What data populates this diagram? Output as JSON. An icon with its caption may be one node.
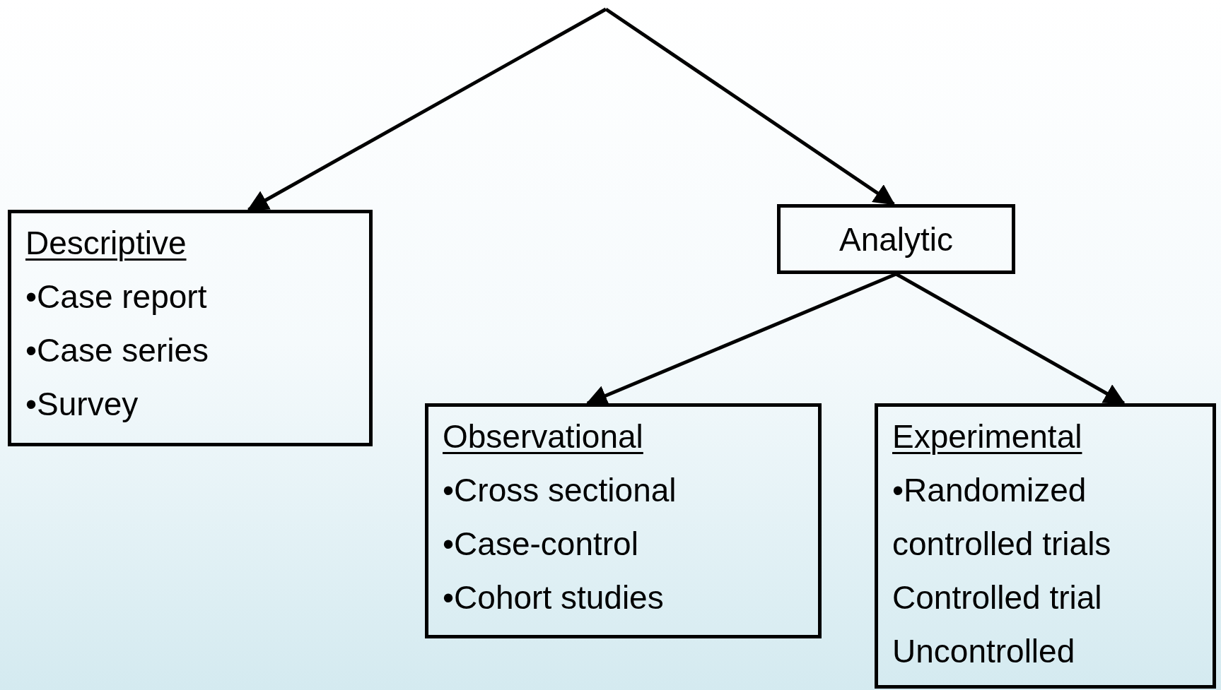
{
  "diagram": {
    "nodes": [
      {
        "text": [
          "Descriptive",
          "•Case report",
          "•Case series",
          "•Survey"
        ]
      },
      {
        "text": [
          "Analytic"
        ]
      },
      {
        "text": [
          "Observational",
          "•Cross sectional",
          "•Case-control",
          "•Cohort studies"
        ]
      },
      {
        "text": [
          "Experimental",
          "•Randomized controlled trials",
          "Controlled trial",
          "Uncontrolled"
        ]
      }
    ],
    "edges": [
      {
        "from": null,
        "to": 0,
        "arrow": "to"
      },
      {
        "from": null,
        "to": 1,
        "arrow": "to"
      },
      {
        "from": 1,
        "to": 2,
        "arrow": "to"
      },
      {
        "from": 1,
        "to": 3,
        "arrow": "to"
      }
    ]
  }
}
